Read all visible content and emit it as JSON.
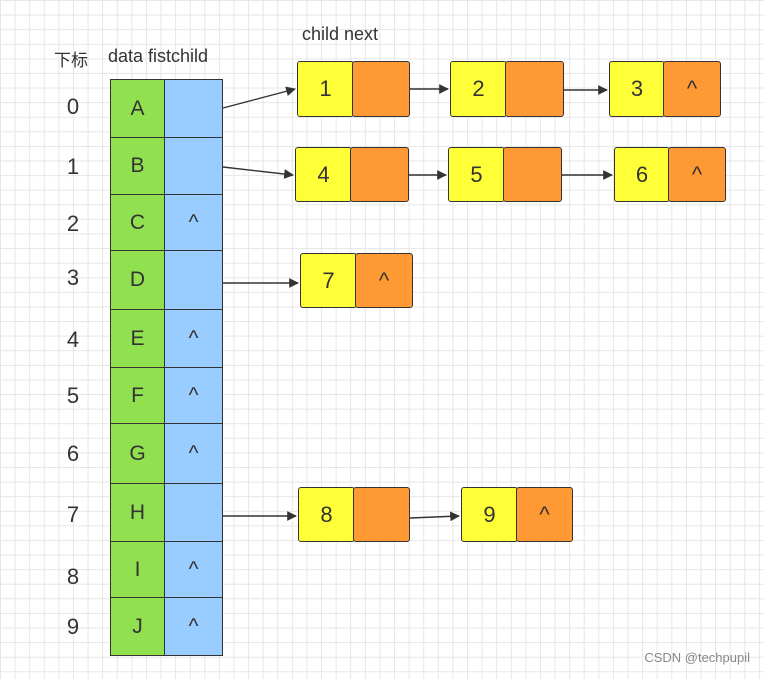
{
  "header": {
    "index_label": "下标",
    "data_label": "data fistchild",
    "child_next_label": "child next"
  },
  "table": [
    {
      "index": "0",
      "data": "A",
      "firstchild": ""
    },
    {
      "index": "1",
      "data": "B",
      "firstchild": ""
    },
    {
      "index": "2",
      "data": "C",
      "firstchild": "^"
    },
    {
      "index": "3",
      "data": "D",
      "firstchild": ""
    },
    {
      "index": "4",
      "data": "E",
      "firstchild": "^"
    },
    {
      "index": "5",
      "data": "F",
      "firstchild": "^"
    },
    {
      "index": "6",
      "data": "G",
      "firstchild": "^"
    },
    {
      "index": "7",
      "data": "H",
      "firstchild": ""
    },
    {
      "index": "8",
      "data": "I",
      "firstchild": "^"
    },
    {
      "index": "9",
      "data": "J",
      "firstchild": "^"
    }
  ],
  "child_lists": [
    {
      "row": "0",
      "nodes": [
        {
          "child": "1",
          "next": ""
        },
        {
          "child": "2",
          "next": ""
        },
        {
          "child": "3",
          "next": "^"
        }
      ]
    },
    {
      "row": "1",
      "nodes": [
        {
          "child": "4",
          "next": ""
        },
        {
          "child": "5",
          "next": ""
        },
        {
          "child": "6",
          "next": "^"
        }
      ]
    },
    {
      "row": "3",
      "nodes": [
        {
          "child": "7",
          "next": "^"
        }
      ]
    },
    {
      "row": "7",
      "nodes": [
        {
          "child": "8",
          "next": ""
        },
        {
          "child": "9",
          "next": "^"
        }
      ]
    }
  ],
  "watermark": "CSDN @techpupil",
  "colors": {
    "data_cell": "#90e050",
    "pointer_cell": "#99ccff",
    "child_cell": "#ffff38",
    "next_cell": "#ff9933",
    "line": "#333333"
  }
}
